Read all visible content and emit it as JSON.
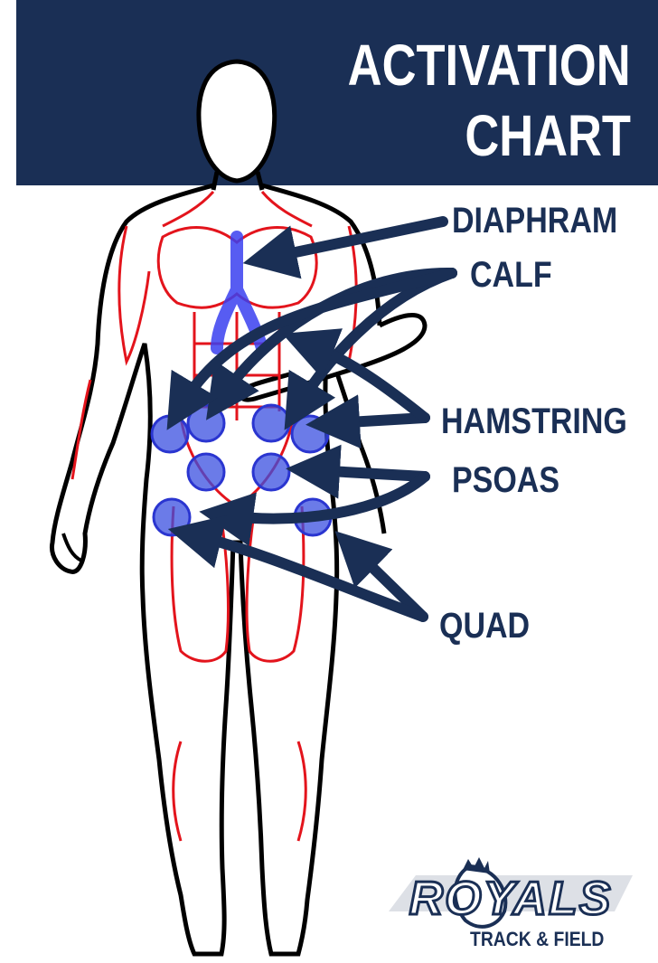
{
  "header": {
    "title_line1": "ACTIVATION",
    "title_line2": "CHART"
  },
  "labels": {
    "diaphram": "DIAPHRAM",
    "calf": "CALF",
    "hamstring": "HAMSTRING",
    "psoas": "PSOAS",
    "quad": "QUAD"
  },
  "logo": {
    "wordmark": "ROYALS",
    "subtitle": "TRACK & FIELD"
  },
  "colors": {
    "banner": "#1a2f55",
    "arrow": "#1a2f55",
    "muscle_outline": "#e3141c",
    "activation_point": "#3a4fe0",
    "diaphragm_highlight": "#3a3ff0"
  }
}
